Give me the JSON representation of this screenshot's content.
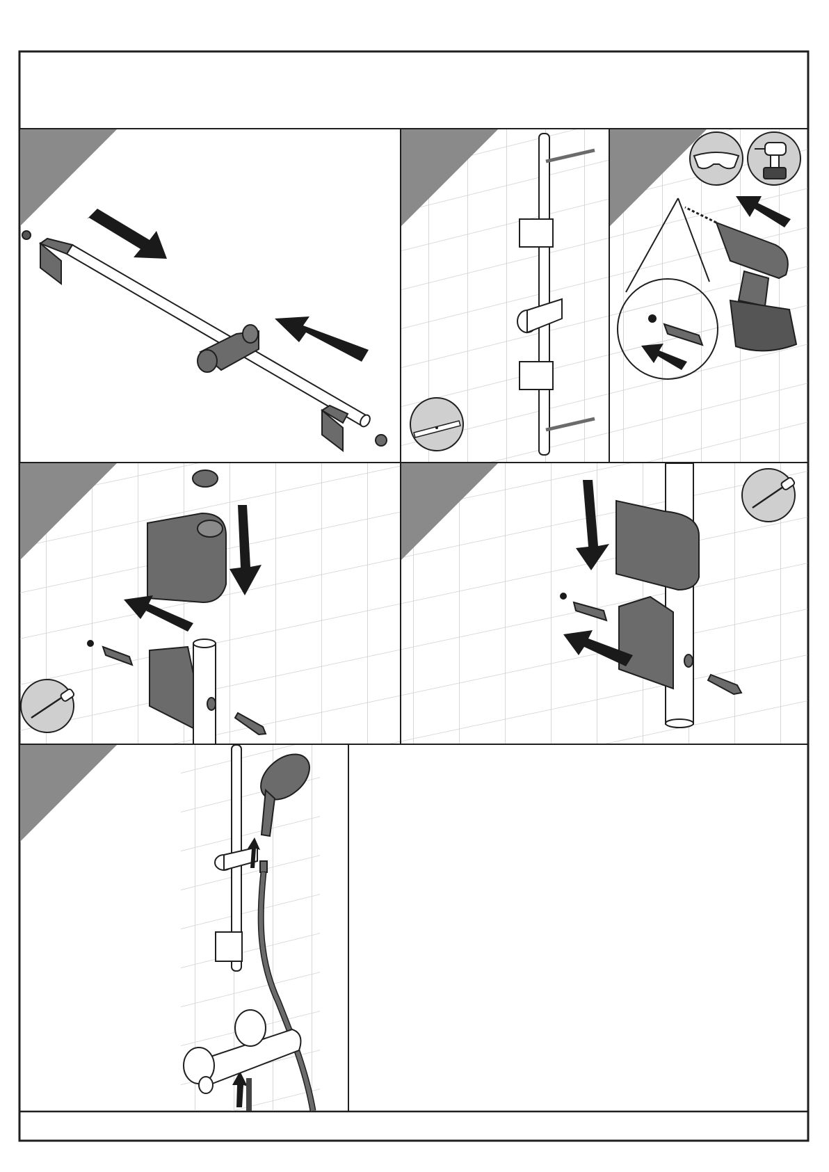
{
  "document": {
    "type": "installation-instructions",
    "subject": "shower rail kit",
    "header_text": "",
    "footer_text": ""
  },
  "panels": [
    {
      "id": "step-1",
      "illustration": "rail-assembly",
      "icons": []
    },
    {
      "id": "step-2",
      "illustration": "rail-positioning",
      "icons": [
        "spirit-level-icon"
      ]
    },
    {
      "id": "step-3",
      "illustration": "drilling",
      "icons": [
        "safety-glasses-icon",
        "drill-icon"
      ]
    },
    {
      "id": "step-4",
      "illustration": "bracket-fixing-top",
      "icons": [
        "screwdriver-icon"
      ]
    },
    {
      "id": "step-5",
      "illustration": "bracket-fixing-bottom",
      "icons": [
        "screwdriver-icon"
      ]
    },
    {
      "id": "step-6",
      "illustration": "hand-shower-connection",
      "icons": []
    }
  ],
  "colors": {
    "line": "#1f1f1f",
    "step_triangle": "#8a8a8a",
    "part_dark": "#6b6b6b",
    "icon_bg": "#cfcfcf",
    "tile_line": "#c8c8c8"
  }
}
